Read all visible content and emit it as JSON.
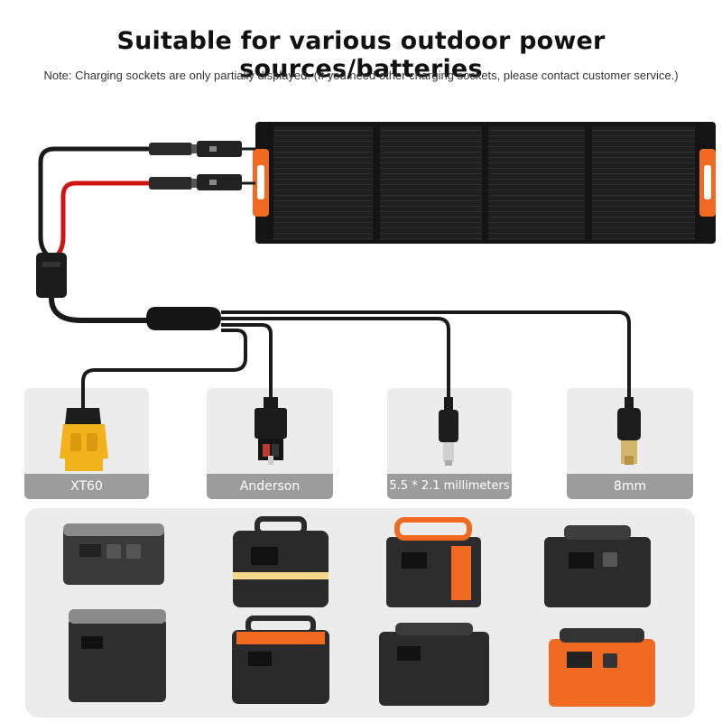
{
  "header": {
    "title": "Suitable for various outdoor power sources/batteries",
    "note": "Note: Charging sockets are only partially displayed. (If you need other charging sockets, please contact customer service.)"
  },
  "connectors": [
    {
      "label": "XT60"
    },
    {
      "label": "Anderson"
    },
    {
      "label": "5.5 * 2.1 millimeters"
    },
    {
      "label": "8mm"
    }
  ],
  "colors": {
    "accent_orange": "#f06a22",
    "cable_red": "#d01414",
    "panel_dark": "#1e1e1e",
    "xt60_yellow": "#f2b21c"
  },
  "icons": [
    "solar-panel-icon",
    "mc4-connector-icon",
    "y-splitter-icon",
    "xt60-plug-icon",
    "anderson-plug-icon",
    "dc-barrel-plug-icon",
    "power-station-icon"
  ]
}
